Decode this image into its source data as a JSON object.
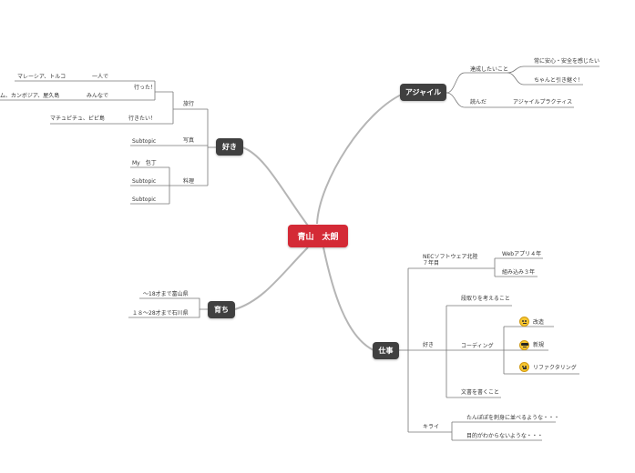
{
  "colors": {
    "root": "#d42a36",
    "main": "#404040",
    "line": "#b5b5b5",
    "underline": "#777777"
  },
  "root": {
    "label": "青山　太朗"
  },
  "branches": {
    "agile": {
      "label": "アジャイル",
      "want": {
        "label": "達成したいこと",
        "items": [
          "常に安心・安全を感じたい",
          "ちゃんと引き継ぐ！"
        ]
      },
      "read": {
        "label": "読んだ",
        "item": "アジャイルプラクティス"
      }
    },
    "likes": {
      "label": "好き",
      "travel": {
        "label": "旅行",
        "went": {
          "label": "行った！",
          "alone_label": "一人で",
          "alone_places": "マレーシア、トルコ",
          "group_label": "みんなで",
          "group_places": "ベトナム、カンボジア、屋久島"
        },
        "want_label": "行きたい！",
        "want_places": "マチュピチュ、ピピ島"
      },
      "photo": {
        "label": "写真",
        "sub": "Subtopic"
      },
      "cooking": {
        "label": "料理",
        "items": [
          "My　包丁",
          "Subtopic",
          "Subtopic"
        ]
      }
    },
    "raised": {
      "label": "育ち",
      "items": [
        "～18才まで富山県",
        "１８～28才まで石川県"
      ]
    },
    "work": {
      "label": "仕事",
      "career": {
        "label": "NECソフトウェア北陸",
        "sublabel": "７年目",
        "items": [
          "Webアプリ４年",
          "組み込み３年"
        ]
      },
      "like": {
        "label": "好き",
        "plan": "段取りを考えること",
        "coding": {
          "label": "コーディング",
          "items": [
            "改造",
            "新規",
            "リファクタリング"
          ]
        },
        "docs": "文書を書くこと"
      },
      "dislike": {
        "label": "キライ",
        "items": [
          "たんぽぽを刺身に並べるような・・・",
          "目的がわからないような・・・"
        ]
      }
    }
  }
}
